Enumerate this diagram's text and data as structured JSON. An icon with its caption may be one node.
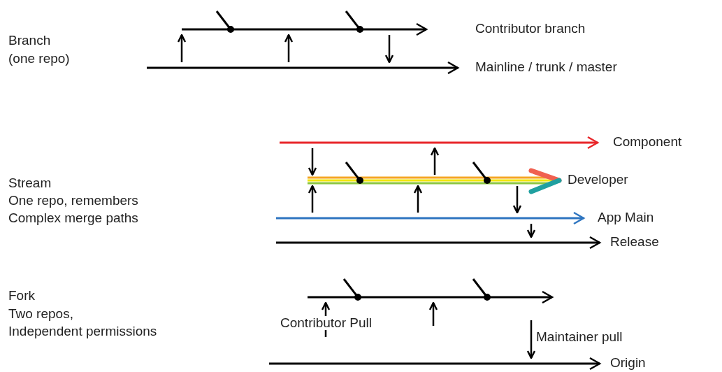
{
  "diagram": {
    "nodes": [
      {
        "text": [
          "Contributor branch"
        ]
      },
      {
        "text": [
          "Mainline / trunk / master"
        ]
      },
      {
        "text": [
          "Component"
        ]
      },
      {
        "text": [
          "Developer"
        ]
      },
      {
        "text": [
          "App Main"
        ]
      },
      {
        "text": [
          "Release"
        ]
      },
      {
        "text": [],
        "shape": "arrow"
      },
      {
        "text": [
          "Origin"
        ]
      }
    ],
    "edges": [
      {
        "from": 1,
        "to": 0,
        "arrow": "to"
      },
      {
        "from": 1,
        "to": 0,
        "arrow": "to"
      },
      {
        "from": 0,
        "to": 1,
        "arrow": "to"
      },
      {
        "from": 2,
        "to": 3,
        "arrow": "to"
      },
      {
        "from": 4,
        "to": 3,
        "arrow": "to"
      },
      {
        "from": 4,
        "to": 3,
        "arrow": "to"
      },
      {
        "from": 3,
        "to": 2,
        "arrow": "to"
      },
      {
        "from": 3,
        "to": 4,
        "arrow": "to"
      },
      {
        "from": 4,
        "to": 5,
        "arrow": "to"
      },
      {
        "from": null,
        "to": 6,
        "arrow": "to",
        "label": "Contributor Pull"
      },
      {
        "from": null,
        "to": 6,
        "arrow": "to"
      },
      {
        "from": null,
        "to": 7,
        "arrow": "to",
        "label": "Maintainer pull"
      }
    ],
    "labels": [
      "Branch",
      "(one repo)",
      "Stream",
      "One repo, remembers",
      "Complex merge paths",
      "Fork",
      "Two repos,",
      "Independent permissions"
    ]
  }
}
